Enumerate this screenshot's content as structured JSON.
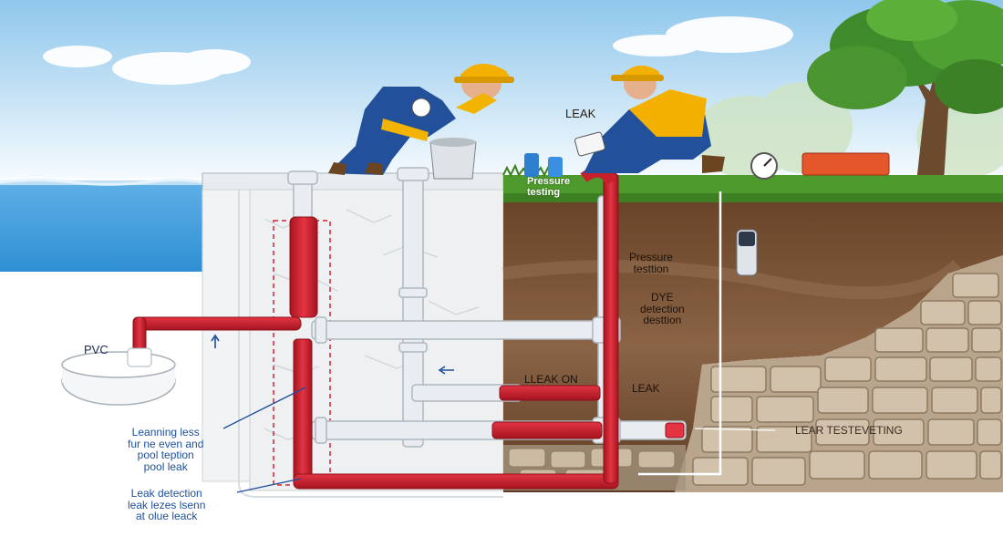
{
  "labels": {
    "pvc": "PVC",
    "leak_top": "LEAK",
    "pressure_testing_grass": "Pressure\ntesting",
    "pressure_testing_soil": "Pressure\ntesttion",
    "dye_detection": "DYE\ndetection\ndesttion",
    "leak_mid": "LLEAK ON",
    "leak_right": "LEAK",
    "leak_testing": "LEAR TESTEVETING",
    "learning_note": "Leanning less\nfur ne even and\npool teption\npool leak",
    "leak_detection_note": "Leak detection\nleak lezes lsenn\nat olue leack"
  },
  "colors": {
    "sky_top": "#8fc7ec",
    "water": "#2f8fd3",
    "pipe_red": "#d32231",
    "pipe_white": "#e9edf1",
    "soil_dark": "#5b3a23",
    "soil_light": "#8b6446",
    "grass": "#4f9a2d",
    "stone": "#b9a58c",
    "worker_suit": "#22509b",
    "hard_hat": "#f4b000"
  }
}
